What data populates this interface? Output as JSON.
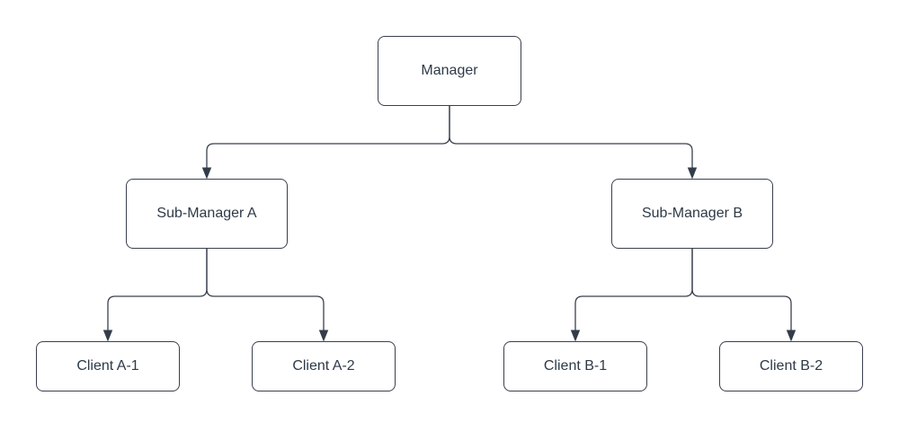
{
  "diagram": {
    "type": "org-chart",
    "title": "",
    "nodes": [
      {
        "id": "manager",
        "label": "Manager",
        "level": 0
      },
      {
        "id": "sub-a",
        "label": "Sub-Manager A",
        "level": 1
      },
      {
        "id": "sub-b",
        "label": "Sub-Manager B",
        "level": 1
      },
      {
        "id": "client-a1",
        "label": "Client A-1",
        "level": 2
      },
      {
        "id": "client-a2",
        "label": "Client A-2",
        "level": 2
      },
      {
        "id": "client-b1",
        "label": "Client B-1",
        "level": 2
      },
      {
        "id": "client-b2",
        "label": "Client B-2",
        "level": 2
      }
    ],
    "edges": [
      {
        "from": "manager",
        "to": "sub-a",
        "arrow": "triangle"
      },
      {
        "from": "manager",
        "to": "sub-b",
        "arrow": "triangle"
      },
      {
        "from": "sub-a",
        "to": "client-a1",
        "arrow": "triangle"
      },
      {
        "from": "sub-a",
        "to": "client-a2",
        "arrow": "triangle"
      },
      {
        "from": "sub-b",
        "to": "client-b1",
        "arrow": "triangle"
      },
      {
        "from": "sub-b",
        "to": "client-b2",
        "arrow": "triangle"
      }
    ],
    "colors": {
      "background": "#ffffff",
      "node_fill": "#ffffff",
      "node_border": "#39404d",
      "text": "#2e3a48",
      "connector": "#39404d",
      "arrowhead": "#343c49"
    }
  }
}
